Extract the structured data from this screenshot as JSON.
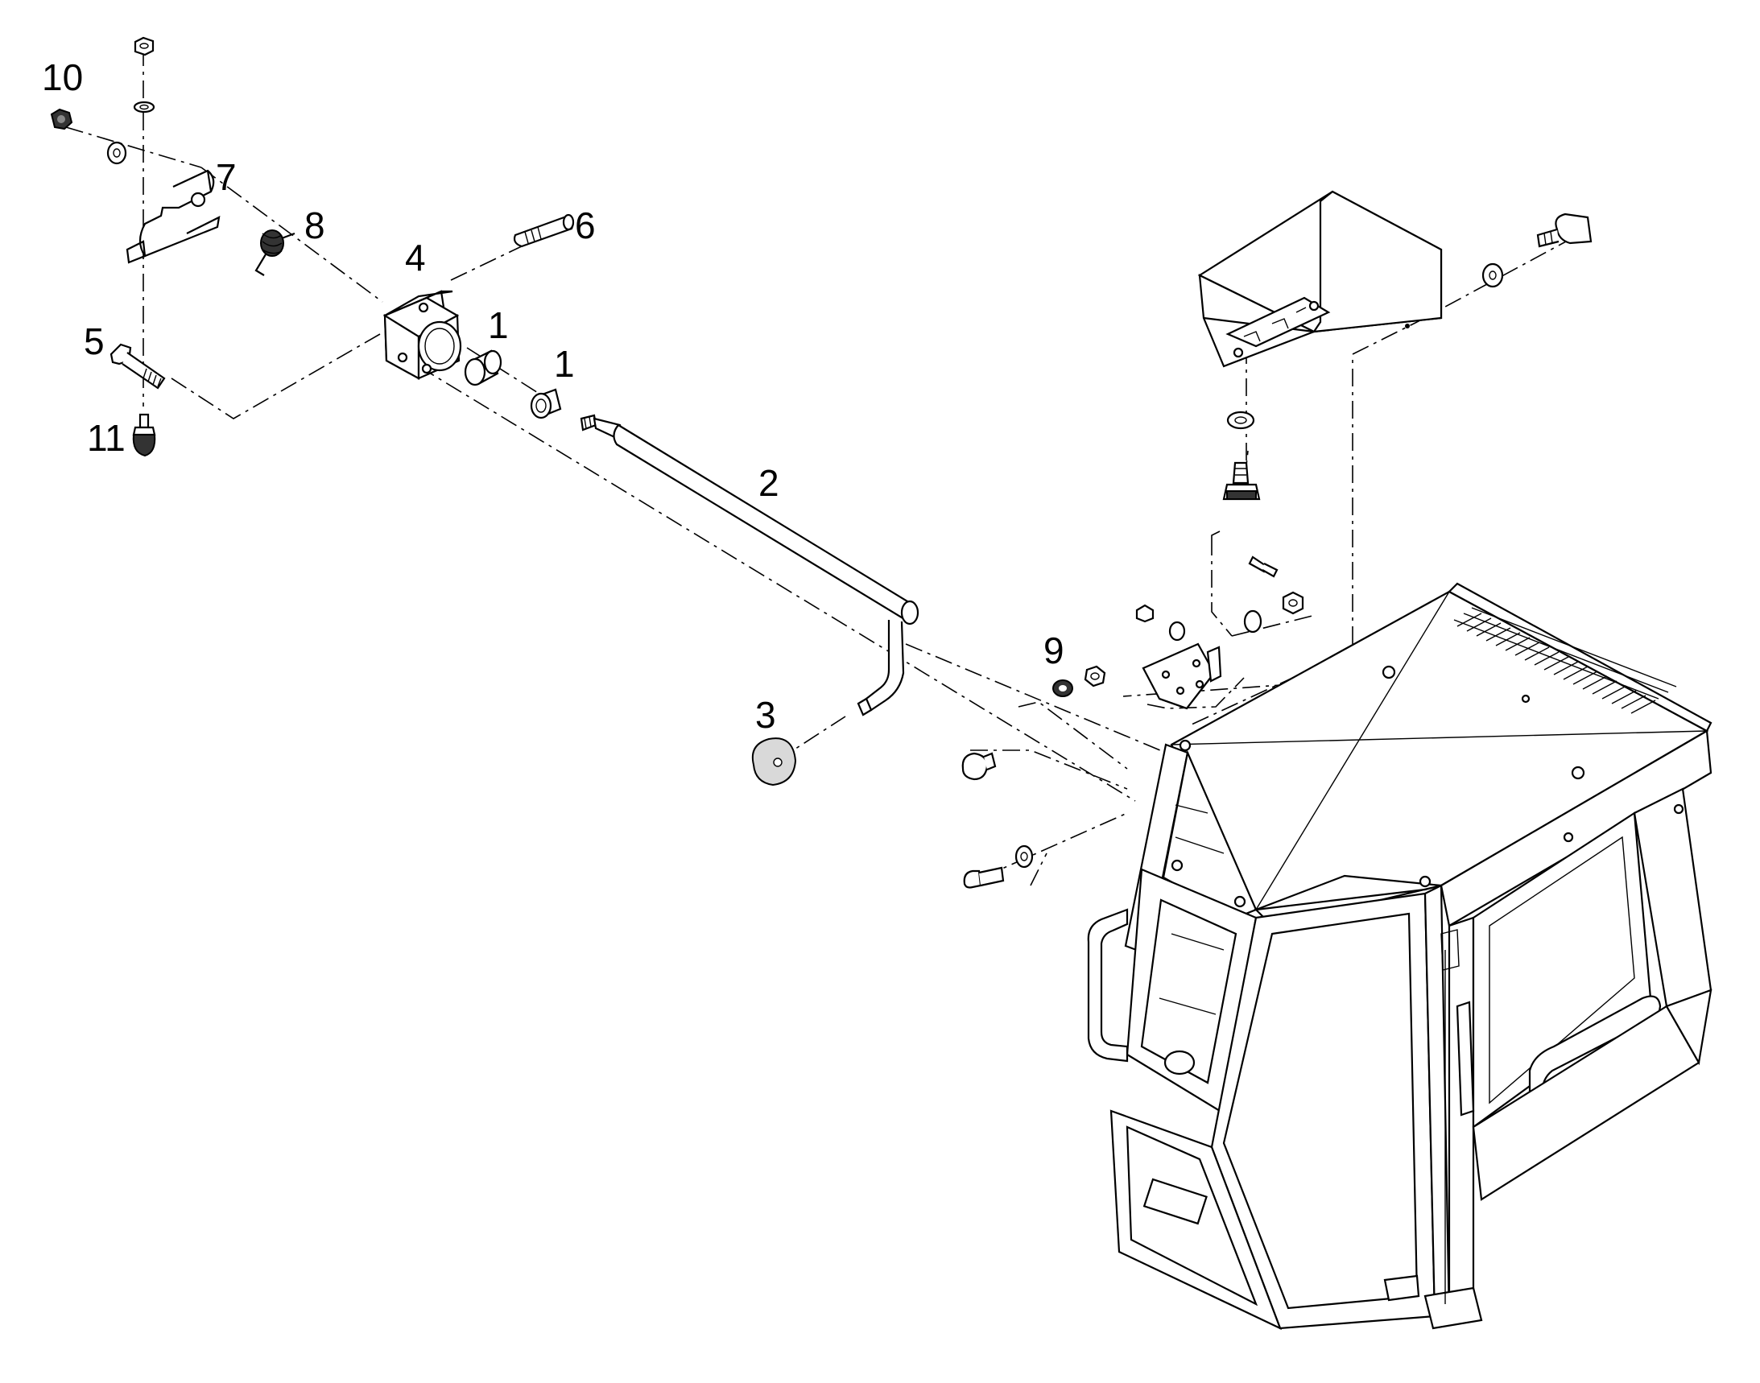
{
  "callouts": [
    {
      "id": "c10",
      "text": "10"
    },
    {
      "id": "c7",
      "text": "7"
    },
    {
      "id": "c8",
      "text": "8"
    },
    {
      "id": "c6",
      "text": "6"
    },
    {
      "id": "c4",
      "text": "4"
    },
    {
      "id": "c5",
      "text": "5"
    },
    {
      "id": "c1a",
      "text": "1"
    },
    {
      "id": "c1b",
      "text": "1"
    },
    {
      "id": "c11",
      "text": "11"
    },
    {
      "id": "c2",
      "text": "2"
    },
    {
      "id": "c9",
      "text": "9"
    },
    {
      "id": "c3",
      "text": "3"
    }
  ]
}
